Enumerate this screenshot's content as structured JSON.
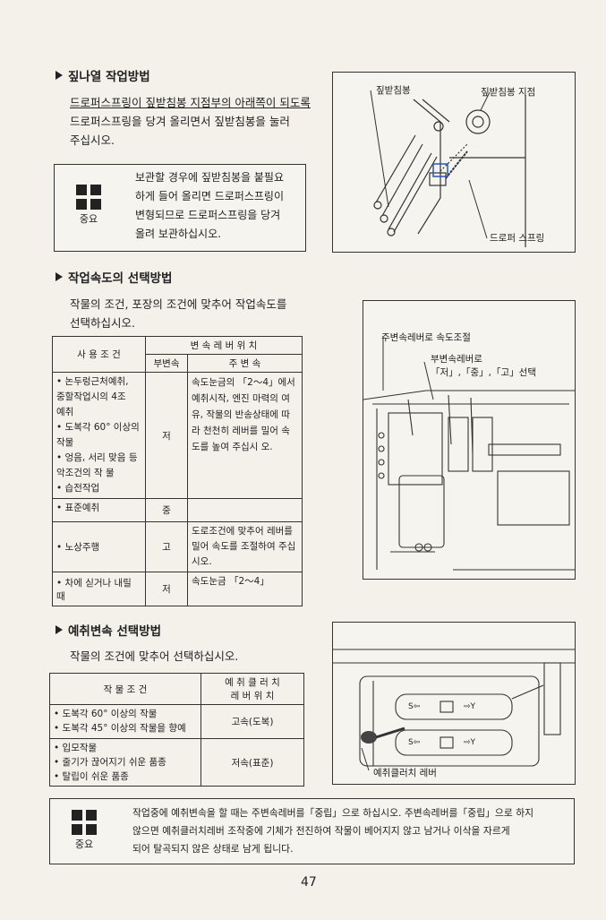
{
  "section1": {
    "heading": "짚나열 작업방법",
    "text_line1": "드로퍼스프링이 짚받침봉 지점부의 아래쪽이 되도록",
    "text_line2": "드로퍼스프링을 당겨 올리면서 짚받침봉을 눌러",
    "text_line3": "주십시오.",
    "notice_label": "중요",
    "notice_line1": "보관할 경우에 짚받침봉을 붙필요",
    "notice_line2": "하게 들어 올리면 드로퍼스프링이",
    "notice_line3": "변형되므로 드로퍼스프링을 당겨",
    "notice_line4": "올려 보관하십시오."
  },
  "figure1": {
    "label_rod": "짚받침봉",
    "label_pivot": "짚받침봉 지점",
    "label_spring": "드로퍼 스프링"
  },
  "section2": {
    "heading": "작업속도의 선택방법",
    "text_line1": "작물의 조건, 포장의 조건에 맞추어 작업속도를",
    "text_line2": "선택하십시오.",
    "table": {
      "header_condition": "사 용 조 건",
      "header_lever_pos": "변 속 레 버 위 치",
      "header_sub": "부변속",
      "header_main": "주 변 속",
      "rows": [
        {
          "conditions": [
            "• 논두렁근처예취,",
            "  중할작업시의 4조",
            "  예취",
            "• 도복각 60° 이상의",
            "  작물",
            "• 엉음, 서리 맞음 등",
            "  악조건의 작 물",
            "• 습전작업"
          ],
          "sub": "저",
          "main": "속도눈금의 「2～4」에서 예취시작, 엔진 마력의 여유, 작물의 반송상태에 따라 천천히 레버를 밀어 속도를 높여 주십시 오."
        },
        {
          "conditions": [
            "• 표준예취"
          ],
          "sub": "중",
          "main": ""
        },
        {
          "conditions": [
            "• 노상주행"
          ],
          "sub": "고",
          "main": "도로조건에 맞추어 레버를 밀어 속도를 조절하여 주십시오."
        },
        {
          "conditions": [
            "• 차에 싣거나 내릴 때"
          ],
          "sub": "저",
          "main": "속도눈금 「2～4」"
        }
      ]
    }
  },
  "figure2": {
    "label_main_lever": "주변속레버로 속도조절",
    "label_sub_lever_1": "부변속레버로",
    "label_sub_lever_2": "「저」,「중」,「고」선택"
  },
  "section3": {
    "heading": "예취변속 선택방법",
    "text_line1": "작물의 조건에 맞추어 선택하십시오.",
    "table": {
      "header_condition": "작 물 조 건",
      "header_clutch_1": "예 취 클 러 치",
      "header_clutch_2": "레 버 위 치",
      "rows": [
        {
          "conditions": [
            "• 도복각 60° 이상의 작물",
            "• 도복각 45° 이상의 작물을 향예"
          ],
          "position": "고속(도복)"
        },
        {
          "conditions": [
            "• 입모작물",
            "• 줄기가 끊어지기 쉬운 품종",
            "• 탈립이 쉬운 품종"
          ],
          "position": "저속(표준)"
        }
      ]
    }
  },
  "figure3": {
    "label_lever": "예취클러치 레버",
    "marks": [
      "S⇦",
      "⇨Y"
    ]
  },
  "notice_bottom": {
    "label": "중요",
    "line1": "작업중에 예취변속을 할 때는 주변속레버를「중립」으로 하십시오. 주변속레버를「중립」으로 하지",
    "line2": "않으면 예취클러치레버 조작중에 기체가 전진하여 작물이 베어지지 않고 남거나 이삭을 자르게",
    "line3": "되어 탈곡되지 않은 상태로 남게 됩니다."
  },
  "page_number": "47"
}
